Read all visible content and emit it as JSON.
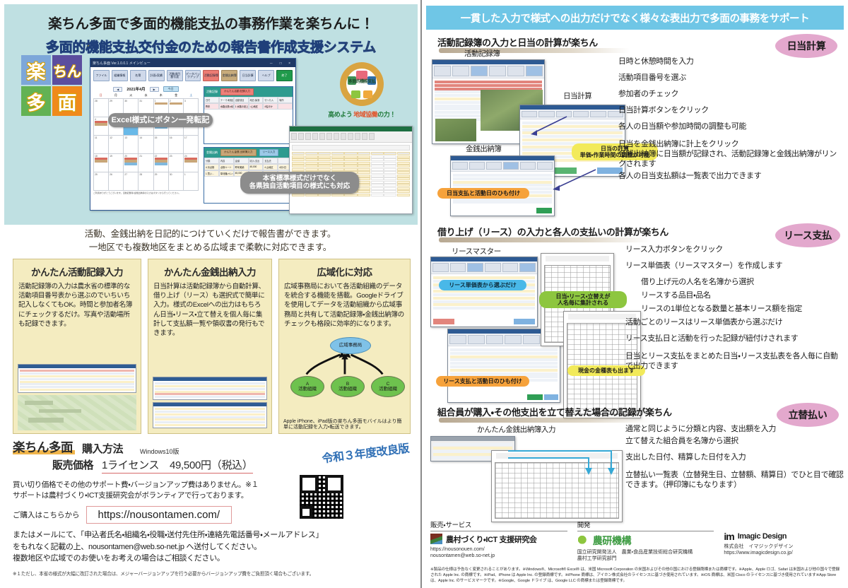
{
  "left": {
    "hero": {
      "title": "楽ちん多面で多面的機能支払の事務作業を楽ちんに！",
      "subtitle": "多面的機能支払交付金のための報告書作成支援システム",
      "logo_cells": [
        "楽",
        "ちん",
        "多",
        "面"
      ],
      "badge_label": "多面的機能支払",
      "badge_tagline_a": "高めよう ",
      "badge_tagline_b": "地域協働",
      "badge_tagline_c": "の力！",
      "callout_excel": "Excel様式にボタン一発転記",
      "callout_format": "本省標準様式だけでなく\n各県独自活動項目の様式にも対応"
    },
    "app_window": {
      "window_title": "楽ちん多面  Ver.1.0.0.1  メインビュー",
      "toolbar": [
        "ファイル",
        "組織情報",
        "名簿",
        "計画・実績",
        "活動項目\n番号表",
        "データバックアップ",
        "活動記録簿",
        "金銭出納簿",
        "日当計算",
        "ヘルプ",
        "終了"
      ],
      "calendar": {
        "month": "2021年4月",
        "prev": "◀",
        "next": "▶",
        "today": "今日",
        "dow": [
          "日",
          "月",
          "火",
          "水",
          "木",
          "金",
          "土"
        ]
      },
      "grid_bar_label": "活動記録",
      "grid_chips": [
        "かんたん活動\n記録入力",
        "かんたん金銭\n出納簿入力",
        "リース入力"
      ],
      "table_headers": [
        "日付",
        "テーマ・取組区分",
        "活動項目",
        "地区・集落",
        "行った人",
        "場所"
      ],
      "table_rows": [
        [
          "昨年",
          "水路点検・水路清掃",
          "1 水路の泥上げ・ペンキ塗り…",
          "○山地区",
          "4名ほか",
          ""
        ],
        [
          "4 月点検",
          "点検ルート",
          "昨年実績",
          "45,000",
          "4 山地区",
          "4月1日"
        ]
      ],
      "status_bar": "ご利用ありがとうございます。活動記録簿・金銭出納簿の入力はボタンから行ってください。"
    },
    "lead": "活動、金銭出納を日記的につけていくだけで報告書ができます。\n一地区でも複数地区をまとめる広域まで柔軟に対応できます。",
    "features": [
      {
        "title": "かんたん活動記録入力",
        "body": "活動記録簿の入力は農水省の標準的な活動項目番号表から選ぶのでいちいち記入しなくてもOK。時間と参加者名簿にチェックするだけ。写真や活動場所も記録できます。"
      },
      {
        "title": "かんたん金銭出納入力",
        "body": "日当計算は活動記録簿から自動計算、借り上げ（リース）も選択式で簡単に入力。様式のExcelへの出力はもちろん日当・リース・立て替えを個人毎に集計して支払額一覧や領収書の発行もできます。"
      },
      {
        "title": "広域化に対応",
        "body": "広域事務局において各活動組織のデータを統合する機能を搭載。Googleドライブを使用してデータを活動組織から広域事務局と共有して活動記録簿・金銭出納簿のチェックも格段に効率的になります。",
        "diagram": {
          "hub": "広域事務局",
          "nodes": [
            {
              "letter": "A",
              "label": "活動組織"
            },
            {
              "letter": "B",
              "label": "活動組織"
            },
            {
              "letter": "C",
              "label": "活動組織"
            }
          ]
        },
        "note": "Apple iPhone、iPad版の楽ちん多面モバイルはより簡単に活動記録を入力・転送できます。"
      }
    ],
    "purchase": {
      "brand": "楽ちん多面",
      "how": "購入方法",
      "windows": "Windows10版",
      "price_label": "販売価格",
      "price_value": "1ライセンス　49,500円（税込）",
      "reiwa_badge": "令和３年度改良版",
      "note": "買い切り価格でその他のサポート費・バージョンアップ費はありません。※１\nサポートは農村づくり・ICT支援研究会がボランティアで行っております。",
      "url_label": "ご購入はこちらから",
      "url": "https://nousontamen.com/",
      "mail_note": "またはメールにて、「申込者氏名・組織名・役職・送付先住所・連絡先電話番号・メールアドレス」\nをもれなく記載の上、nousontamen@web.so-net.jp へ送付してください。\n複数地区や広域でのお使いをお考えの場合はご相談ください。",
      "fine_print": "※１ただし、本省の様式が大幅に改訂された場合は、メジャーバージョンアップを行う必要からバージョンアップ費をご負担頂く場合もございます。"
    }
  },
  "right": {
    "header": "一貫した入力で様式への出力だけでなく様々な表出力で多面の事務をサポート",
    "sections": [
      {
        "heading": "活動記録簿の入力と日当の計算が楽ちん",
        "pill": "日当計算",
        "shot_labels": [
          "活動記録簿",
          "日当計算",
          "金銭出納簿"
        ],
        "tags": [
          {
            "text": "日当の計算\n単価・作業時間の調整が可能",
            "color": "yellow"
          },
          {
            "text": "日当支払と活動日のひも付け",
            "color": "orange"
          }
        ],
        "bullets": [
          "日時と休憩時間を入力",
          "活動項目番号を選ぶ",
          "参加者のチェック",
          "日当計算ボタンをクリック",
          "各人の日当額や参加時間の調整も可能",
          "日当を金銭出納簿に計上をクリック\n金銭出納簿に日当額が記録され、活動記録簿と金銭出納簿がリンクされます",
          "各人の日当支払額は一覧表で出力できます"
        ]
      },
      {
        "heading": "借り上げ（リース）の入力と各人の支払いの計算が楽ちん",
        "pill": "リース支払",
        "shot_labels": [
          "リースマスター"
        ],
        "tags": [
          {
            "text": "リース単価表から選ぶだけ",
            "color": "blue"
          },
          {
            "text": "日当・リース・立替えが\n人名毎に集計される",
            "color": "green"
          },
          {
            "text": "現金の金種表も出ます",
            "color": "yellow"
          },
          {
            "text": "リース支払と活動日のひも付け",
            "color": "orange"
          }
        ],
        "bullets": [
          "リース入力ボタンをクリック",
          "リース単価表（リースマスター）を作成します",
          "借り上げ元の人名を名簿から選択",
          "リースする品目・品名",
          "リースの1単位となる数量と基本リース額を指定",
          "活動ごとのリースはリース単価表から選ぶだけ",
          "リース支払日と活動を行った記録が紐付けされます",
          "日当とリース支払をまとめた日当・リース支払表を各人毎に自動で出力できます"
        ]
      },
      {
        "heading": "組合員が購入・その他支出を立て替えた場合の記録が楽ちん",
        "pill": "立替払い",
        "shot_labels": [
          "かんたん金銭出納簿入力"
        ],
        "tags": [],
        "bullets": [
          "通常と同じように分類と内容、支出額を入力",
          "立て替えた組合員を名簿から選択",
          "支出した日付、精算した日付を入力",
          "立替払い一覧表（立替発生日、立替額、精算日）でひと目で確認できます。（押印簿にもなります）"
        ]
      }
    ],
    "footer": {
      "sales_title": "販売・サービス",
      "dev_title": "開発",
      "orgs": [
        {
          "name": "農村づくり・ICT 支援研究会",
          "sub": "https://nousonouen.com/\nnousontamen@web.so-net.jp"
        },
        {
          "name": "農研機構",
          "sub": "国立研究開発法人　農業・食品産業技術総合研究機構\n農村工学研究部門"
        },
        {
          "name": "Imagic Design",
          "sub": "株式会社　イマジックデザイン\nhttps://www.imagicdesign.co.jp/"
        }
      ],
      "legal": "※製品の仕様は予告なく変更されることがあります。※Windows®、Microsoft® Excel® は、米国 Microsoft Corporation の米国およびその他の国における登録商標または商標です。※Apple、Apple ロゴ、Safari は米国および他の国々で登録された Apple Inc. の商標です。※iPad、iPhone は Apple Inc. の登録商標です。※iPhone 商標は、アイホン株式会社のライセンスに基づき使用されています。※iOS 商標は、米国 Cisco のライセンスに基づき使用されています※App Store は、Apple Inc. のサービスマークです。※Google、Google ドライブ は、Google LLC の商標または登録商標です。"
    }
  }
}
